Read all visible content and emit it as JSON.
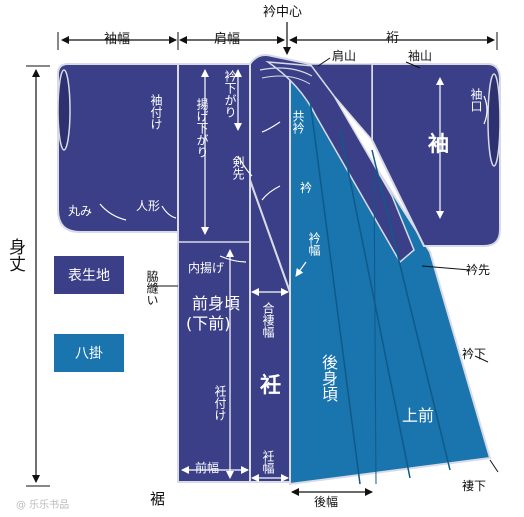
{
  "colors": {
    "outer": "#3a3f88",
    "lining": "#1a74ad",
    "outline": "#d8dbe6",
    "text_dark": "#111111"
  },
  "dimensions": {
    "sode_haba": "袖幅",
    "kata_haba": "肩幅",
    "eri_chushin": "衿中心",
    "yuki": "裄",
    "mitake": "身丈"
  },
  "labels": {
    "katayama": "肩山",
    "sodeyama": "袖山",
    "sodeguchi": "袖口",
    "sode": "袖",
    "sodetsuke": "袖付け",
    "maru": "丸み",
    "ningyo": "人形",
    "eri_sagari": "衿下がり",
    "age_sagari": "揚げ下がり",
    "ken_saki": "剣先",
    "tomo_eri": "共衿",
    "eri1": "衿",
    "eri2": "衿幅",
    "eri_saki": "衿先",
    "uchi_age": "内揚げ",
    "aitsuma": "合褄幅",
    "wakinui": "脇縫い",
    "mae_migoro_1": "前身頃",
    "mae_migoro_2": "(下前)",
    "ushiro_migoro": "後身頃",
    "okumi": "衽",
    "okumi_tsuke": "衽付け",
    "okumi_haba": "衽幅",
    "eri_shita": "衿下",
    "uwamae": "上前",
    "mae_haba": "前幅",
    "ushiro_haba": "後幅",
    "tsuma_shita": "褄下",
    "suso": "裾"
  },
  "legend": {
    "outer_fabric": "表生地",
    "lining": "八掛"
  },
  "watermark": "@ 乐乐书品"
}
